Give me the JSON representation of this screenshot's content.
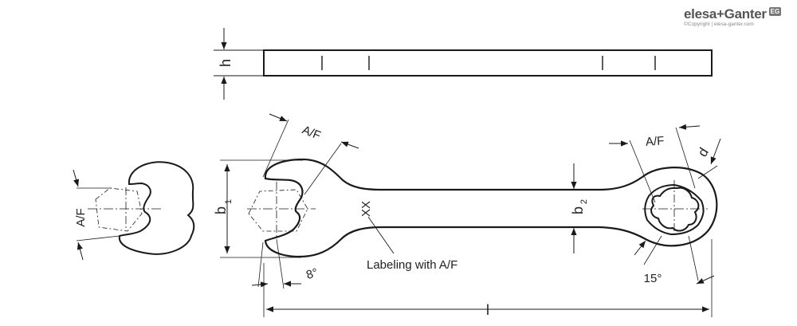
{
  "brand": {
    "name": "elesa+Ganter",
    "badge": "EG",
    "copyright": "©Copyright | elesa-ganter.com"
  },
  "dimensions": {
    "h": "h",
    "b1": "b",
    "b1_sub": "1",
    "b2": "b",
    "b2_sub": "2",
    "af_left": "A/F",
    "af_open": "A/F",
    "af_ring": "A/F",
    "d": "d",
    "angle_open": "8°",
    "angle_ring": "15°",
    "length": "l"
  },
  "labels": {
    "marking": "XX",
    "labeling_note": "Labeling with A/F"
  },
  "colors": {
    "line": "#1a1a1a",
    "dim": "#222222",
    "brand": "#555555"
  }
}
